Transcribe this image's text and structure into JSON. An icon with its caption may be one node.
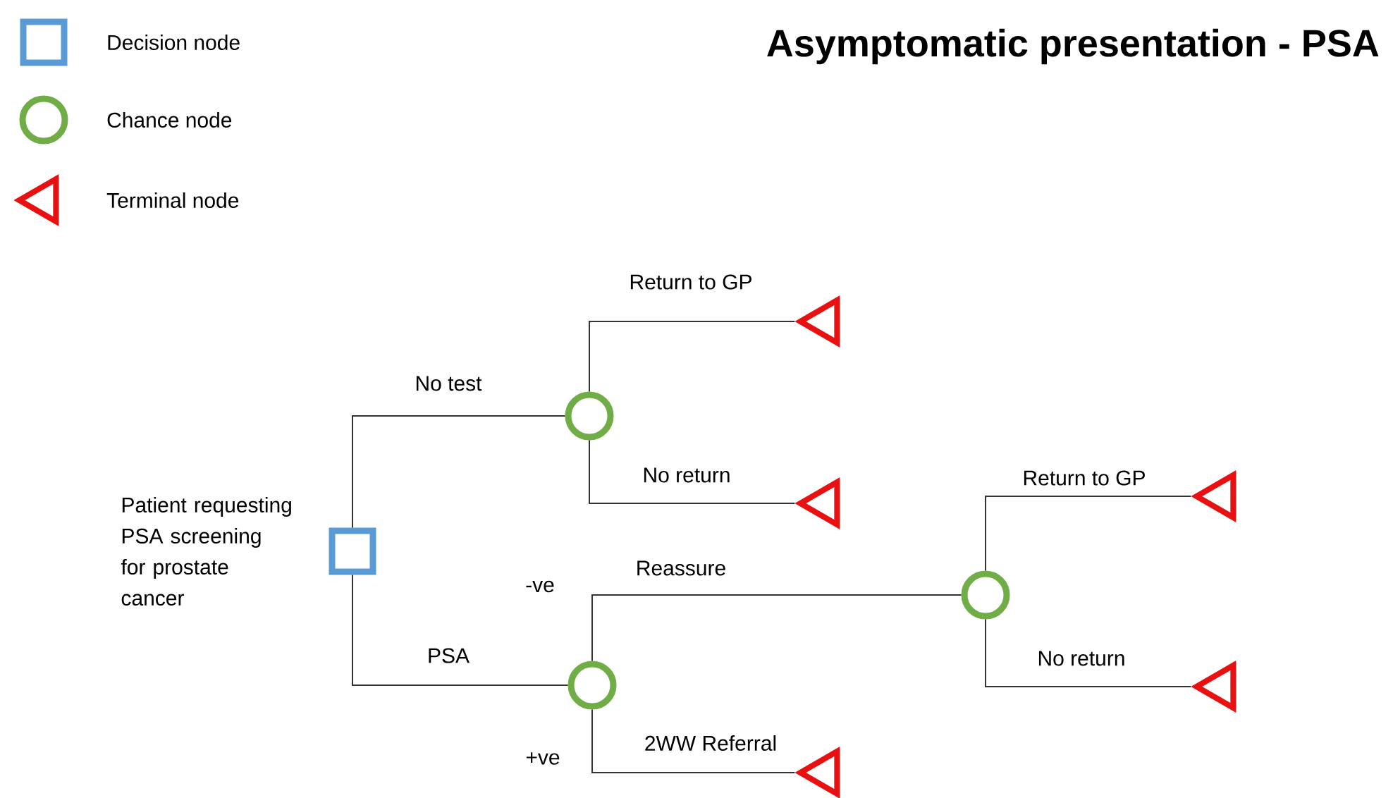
{
  "diagram": {
    "title": "Asymptomatic presentation - PSA",
    "nodes": [
      {
        "text": [],
        "shape": "box",
        "beside": [
          "Patient requesting PSA screening for prostate cancer"
        ]
      },
      {
        "text": [],
        "shape": "circle"
      },
      {
        "text": [],
        "shape": "circle"
      },
      {
        "text": [],
        "shape": "circle"
      },
      {
        "text": [],
        "shape": "triangle"
      },
      {
        "text": [],
        "shape": "triangle"
      },
      {
        "text": [],
        "shape": "triangle"
      },
      {
        "text": [],
        "shape": "triangle"
      },
      {
        "text": [],
        "shape": "triangle"
      }
    ],
    "edges": [
      {
        "from": 0,
        "to": 1,
        "arrow": "none",
        "label": "No test"
      },
      {
        "from": 0,
        "to": 2,
        "arrow": "none",
        "label": "PSA"
      },
      {
        "from": 1,
        "to": 4,
        "arrow": "none",
        "label": "Return to GP"
      },
      {
        "from": 1,
        "to": 5,
        "arrow": "none",
        "label": "No return"
      },
      {
        "from": 2,
        "to": 3,
        "arrow": "none",
        "label": "Reassure"
      },
      {
        "from": 2,
        "to": 8,
        "arrow": "none",
        "label": "2WW Referral"
      },
      {
        "from": 3,
        "to": 6,
        "arrow": "none",
        "label": "Return to GP"
      },
      {
        "from": 3,
        "to": 7,
        "arrow": "none",
        "label": "No return"
      }
    ],
    "labels": [
      "-ve",
      "+ve"
    ],
    "legend": [
      {
        "text": "Decision node"
      },
      {
        "text": "Chance node"
      },
      {
        "text": "Terminal node"
      }
    ]
  }
}
